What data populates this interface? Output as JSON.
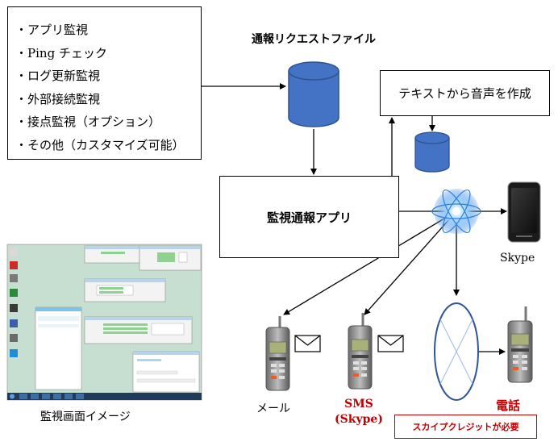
{
  "monitor_list": {
    "items": [
      "アプリ監視",
      "Ping チェック",
      "ログ更新監視",
      "外部接続監視",
      "接点監視（オプション）",
      "その他（カスタマイズ可能）"
    ]
  },
  "request_file_label": "通報リクエストファイル",
  "tts_box_label": "テキストから音声を作成",
  "app_box_label": "監視通報アプリ",
  "skype_label": "Skype",
  "mail_label": "メール",
  "sms_label_line1": "SMS",
  "sms_label_line2": "(Skype)",
  "call_label": "電話",
  "credit_note": "スカイプクレジットが必要",
  "screen_caption": "監視画面イメージ",
  "colors": {
    "database": "#4472c4",
    "database_edge": "#2f528f",
    "accent_red": "#c00000",
    "desktop_bg": "#c7dfd0",
    "taskbar": "#1f3a5c"
  }
}
